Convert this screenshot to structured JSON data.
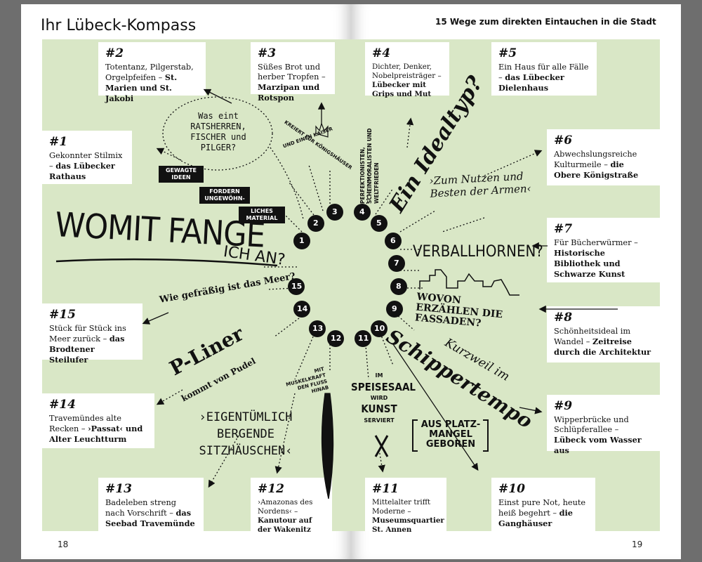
{
  "header": {
    "left_title": "Ihr Lübeck-Kompass",
    "right_title": "15 Wege zum direkten Eintauchen in die Stadt"
  },
  "page_numbers": {
    "left": "18",
    "right": "19"
  },
  "boxes": [
    {
      "num": "#2",
      "text": "Totentanz, Pilgerstab, Orgelpfeifen – ",
      "bold": "St. Marien und St. Jakobi"
    },
    {
      "num": "#3",
      "text": "Süßes Brot und herber Tropfen – ",
      "bold": "Marzipan und Rotspon"
    },
    {
      "num": "#1",
      "text": "Gekonnter Stilmix – ",
      "bold": "das Lübecker Rathaus"
    },
    {
      "num": "#15",
      "text": "Stück für Stück ins Meer zurück – ",
      "bold": "das Brodtener Steilufer"
    },
    {
      "num": "#14",
      "text": "Travemündes alte Recken – ",
      "bold": "›Passat‹ und Alter Leuchtturm"
    },
    {
      "num": "#13",
      "text": "Badeleben streng nach Vorschrift – ",
      "bold": "das Seebad Travemünde"
    },
    {
      "num": "#12",
      "text": "›Amazonas des Nordens‹ – ",
      "bold": "Kanutour auf der Wakenitz"
    },
    {
      "num": "#4",
      "text": "Dichter, Denker, Nobelpreisträger – ",
      "bold": "Lübecker mit Grips und Mut"
    },
    {
      "num": "#5",
      "text": "Ein Haus für alle Fälle – ",
      "bold": "das Lübecker Dielenhaus"
    },
    {
      "num": "#6",
      "text": "Abwechslungsreiche Kulturmeile – ",
      "bold": "die Obere Königstraße"
    },
    {
      "num": "#7",
      "text": "Für Bücherwürmer – ",
      "bold": "Historische Bibliothek und Schwarze Kunst"
    },
    {
      "num": "#8",
      "text": "Schönheitsideal im Wandel – ",
      "bold": "Zeitreise durch die Architektur"
    },
    {
      "num": "#9",
      "text": "Wipperbrücke und Schlüpferallee – ",
      "bold": "Lübeck vom Wasser aus"
    },
    {
      "num": "#10",
      "text": "Einst pure Not, heute heiß begehrt – ",
      "bold": "die Ganghäuser"
    },
    {
      "num": "#11",
      "text": "Mittelalter trifft Moderne – ",
      "bold": "Museumsquartier St. Annen"
    }
  ],
  "deco": {
    "womit": "WOMIT FANGE",
    "ich_an": "ICH AN?",
    "bubble": "Was eint RATSHERREN, FISCHER und PILGER?",
    "gewagte": "GEWAGTE IDEEN",
    "fordern": "FORDERN UNGEWÖHN-",
    "liches": "LICHES MATERIAL",
    "kreiert": "KREIERT FÜR KÖNIGSHÄUSER",
    "kaiser": "UND EINEN KAISER",
    "perfektionisten": "PERFEKTIONISTEN, SCHEINMORALISTEN UND WELTFRIEDEN",
    "idealtyp": "Ein Idealtyp?",
    "zum_nutzen": "›Zum Nutzen und Besten der Armen‹",
    "verballhornen": "VERBALLHORNEN?",
    "wovon": "WOVON ERZÄHLEN DIE FASSADEN?",
    "kurzweil": "Kurzweil im",
    "schippertempo": "Schippertempo",
    "gefrassig": "Wie gefräßig ist das Meer?",
    "pliner": "P-Liner",
    "pudel": "kommt von Pudel",
    "muskelkraft": "MIT MUSKELKRAFT DEN FLUSS HINAB",
    "eigentuemlich": "›EIGENTÜMLICH BERGENDE SITZHÄUSCHEN‹",
    "speisesaal_1": "IM",
    "speisesaal_2": "SPEISESAAL",
    "speisesaal_3": "WIRD",
    "speisesaal_4": "KUNST",
    "speisesaal_5": "SERVIERT",
    "platzmangel": "AUS PLATZ-MANGEL GEBOREN"
  },
  "compass_numbers": [
    "1",
    "2",
    "3",
    "4",
    "5",
    "6",
    "7",
    "8",
    "9",
    "10",
    "11",
    "12",
    "13",
    "14",
    "15"
  ]
}
